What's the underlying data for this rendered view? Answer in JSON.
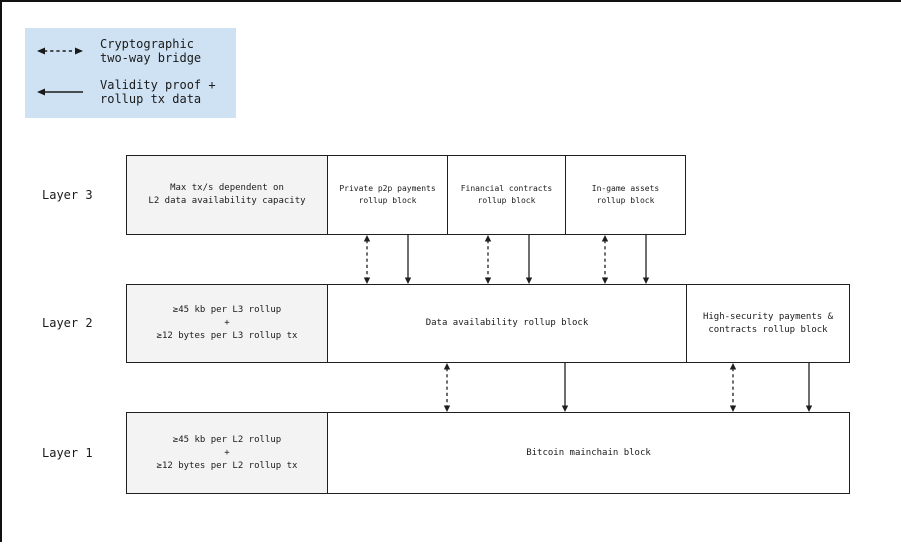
{
  "colors": {
    "legend_bg": "#cfe2f3",
    "capacity_bg": "#f3f3f3",
    "line": "#1f1f1f"
  },
  "legend": {
    "bridge_label": "Cryptographic\ntwo-way bridge",
    "proof_label": "Validity proof +\nrollup tx data",
    "bridge_icon": "dashed-two-way-arrow",
    "proof_icon": "solid-left-arrow"
  },
  "layer3": {
    "label": "Layer 3",
    "capacity": "Max tx/s dependent on\nL2 data availability capacity",
    "blocks": [
      {
        "label": "Private p2p payments\nrollup block"
      },
      {
        "label": "Financial contracts\nrollup block"
      },
      {
        "label": "In-game assets\nrollup block"
      }
    ]
  },
  "layer2": {
    "label": "Layer 2",
    "capacity": "≥45 kb per L3 rollup\n+\n≥12 bytes per L3 rollup tx",
    "blocks": [
      {
        "label": "Data availability rollup block"
      },
      {
        "label": "High-security payments &\ncontracts rollup block"
      }
    ]
  },
  "layer1": {
    "label": "Layer 1",
    "capacity": "≥45 kb per L2 rollup\n+\n≥12 bytes per L2 rollup tx",
    "blocks": [
      {
        "label": "Bitcoin mainchain block"
      }
    ]
  }
}
